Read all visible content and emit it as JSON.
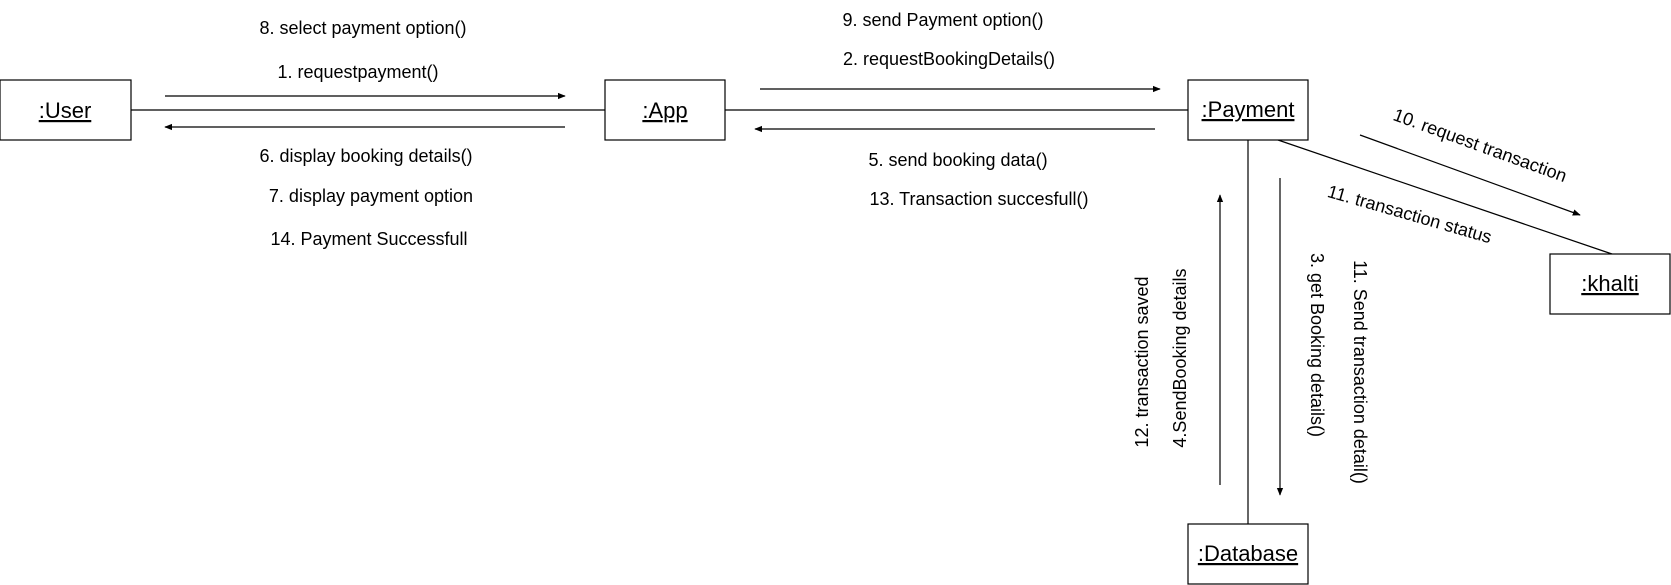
{
  "objects": {
    "user": ":User",
    "app": ":App",
    "payment": ":Payment",
    "khalti": ":khalti",
    "database": ":Database"
  },
  "messages": {
    "select_payment_option": "8. select payment option()",
    "request_payment": "1. requestpayment()",
    "display_booking_details": "6. display booking details()",
    "display_payment_option": "7. display payment option",
    "payment_successfull": "14. Payment Successfull",
    "send_payment_option": "9. send Payment option()",
    "request_booking_details": "2. requestBookingDetails()",
    "send_booking_data": "5. send booking data()",
    "transaction_succesfull": "13. Transaction succesfull()",
    "request_transaction": "10. request transaction",
    "transaction_status": "11. transaction status",
    "transaction_saved": "12. transaction saved",
    "send_booking_details": "4.SendBooking details",
    "get_booking_details": "3. get Booking  details()",
    "send_transaction_detail": "11. Send transaction detail()"
  }
}
